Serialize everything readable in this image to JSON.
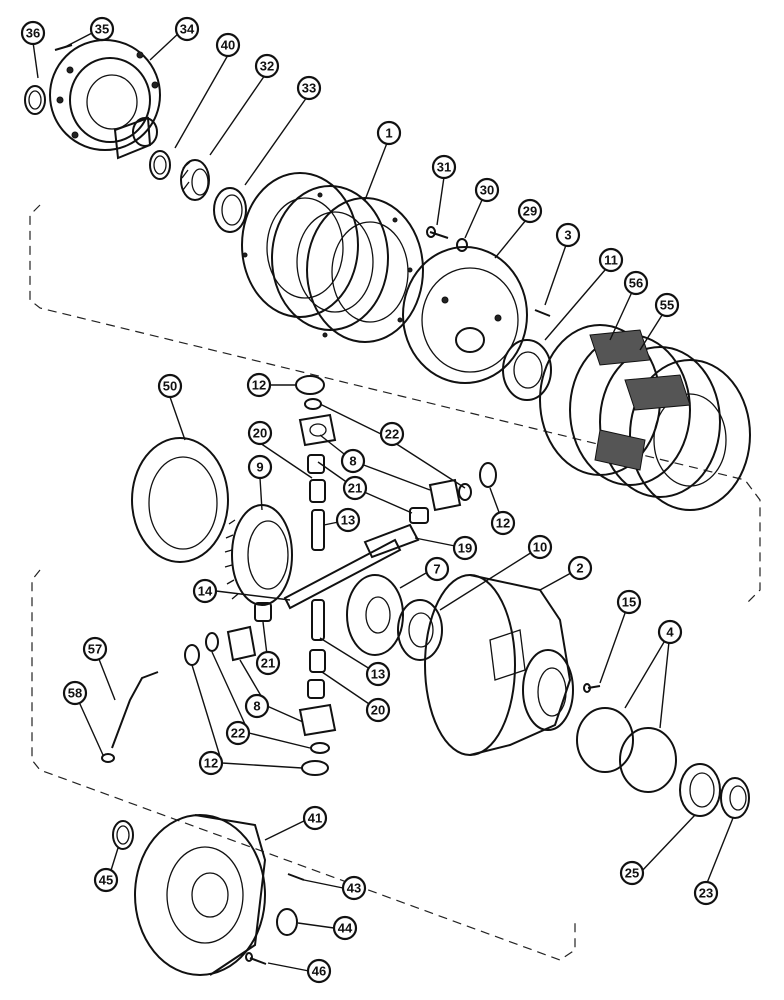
{
  "diagram": {
    "callouts": [
      {
        "label": "36"
      },
      {
        "label": "35"
      },
      {
        "label": "34"
      },
      {
        "label": "40"
      },
      {
        "label": "32"
      },
      {
        "label": "33"
      },
      {
        "label": "1"
      },
      {
        "label": "31"
      },
      {
        "label": "30"
      },
      {
        "label": "29"
      },
      {
        "label": "3"
      },
      {
        "label": "11"
      },
      {
        "label": "56"
      },
      {
        "label": "55"
      },
      {
        "label": "50"
      },
      {
        "label": "12"
      },
      {
        "label": "22"
      },
      {
        "label": "20"
      },
      {
        "label": "8"
      },
      {
        "label": "9"
      },
      {
        "label": "21"
      },
      {
        "label": "12"
      },
      {
        "label": "13"
      },
      {
        "label": "19"
      },
      {
        "label": "10"
      },
      {
        "label": "2"
      },
      {
        "label": "7"
      },
      {
        "label": "14"
      },
      {
        "label": "15"
      },
      {
        "label": "4"
      },
      {
        "label": "57"
      },
      {
        "label": "21"
      },
      {
        "label": "13"
      },
      {
        "label": "58"
      },
      {
        "label": "8"
      },
      {
        "label": "20"
      },
      {
        "label": "22"
      },
      {
        "label": "12"
      },
      {
        "label": "41"
      },
      {
        "label": "45"
      },
      {
        "label": "25"
      },
      {
        "label": "23"
      },
      {
        "label": "43"
      },
      {
        "label": "44"
      },
      {
        "label": "46"
      }
    ]
  }
}
